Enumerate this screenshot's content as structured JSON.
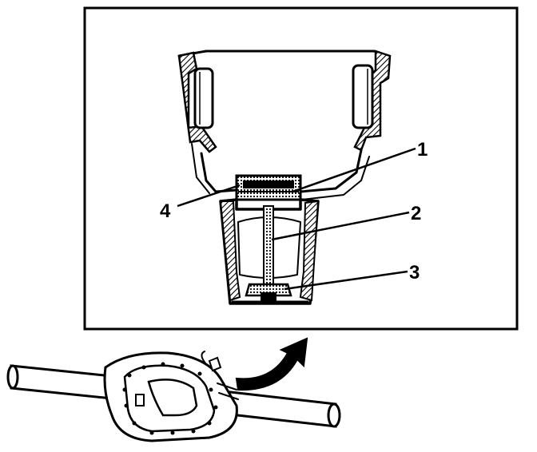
{
  "callouts": [
    {
      "id": "1",
      "label": "1"
    },
    {
      "id": "2",
      "label": "2"
    },
    {
      "id": "3",
      "label": "3"
    },
    {
      "id": "4",
      "label": "4"
    }
  ],
  "colors": {
    "ink": "#000000",
    "background": "#ffffff",
    "hatch": "#000000"
  }
}
